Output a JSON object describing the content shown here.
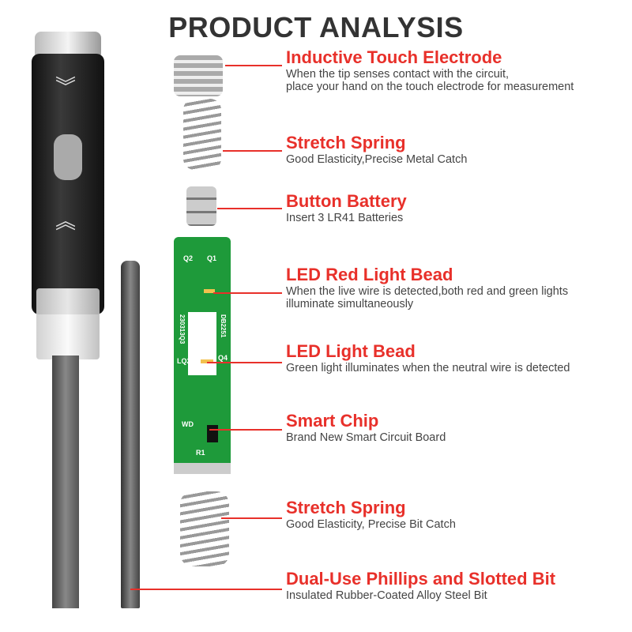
{
  "title": "PRODUCT ANALYSIS",
  "colors": {
    "accent": "#e8302a",
    "text": "#444444",
    "pcb": "#1e9a3a"
  },
  "features": [
    {
      "title": "Inductive Touch Electrode",
      "desc": "When the tip senses contact with the circuit,\nplace your hand on the touch electrode for measurement"
    },
    {
      "title": "Stretch Spring",
      "desc": "Good Elasticity,Precise Metal Catch"
    },
    {
      "title": "Button Battery",
      "desc": "Insert 3 LR41 Batteries"
    },
    {
      "title": "LED Red Light Bead",
      "desc": "When the live wire is detected,both red and green lights\nilluminate simultaneously"
    },
    {
      "title": "LED Light Bead",
      "desc": "Green light illuminates when the neutral wire is detected"
    },
    {
      "title": "Smart Chip",
      "desc": "Brand New Smart Circuit Board"
    },
    {
      "title": "Stretch Spring",
      "desc": "Good Elasticity, Precise Bit Catch"
    },
    {
      "title": "Dual-Use Phillips and Slotted Bit",
      "desc": "Insulated Rubber-Coated Alloy Steel Bit"
    }
  ],
  "pcb_labels": [
    "Q2",
    "Q1",
    "230313Q3",
    "DB2251",
    "Q4",
    "LQ2",
    "WD",
    "R1"
  ]
}
